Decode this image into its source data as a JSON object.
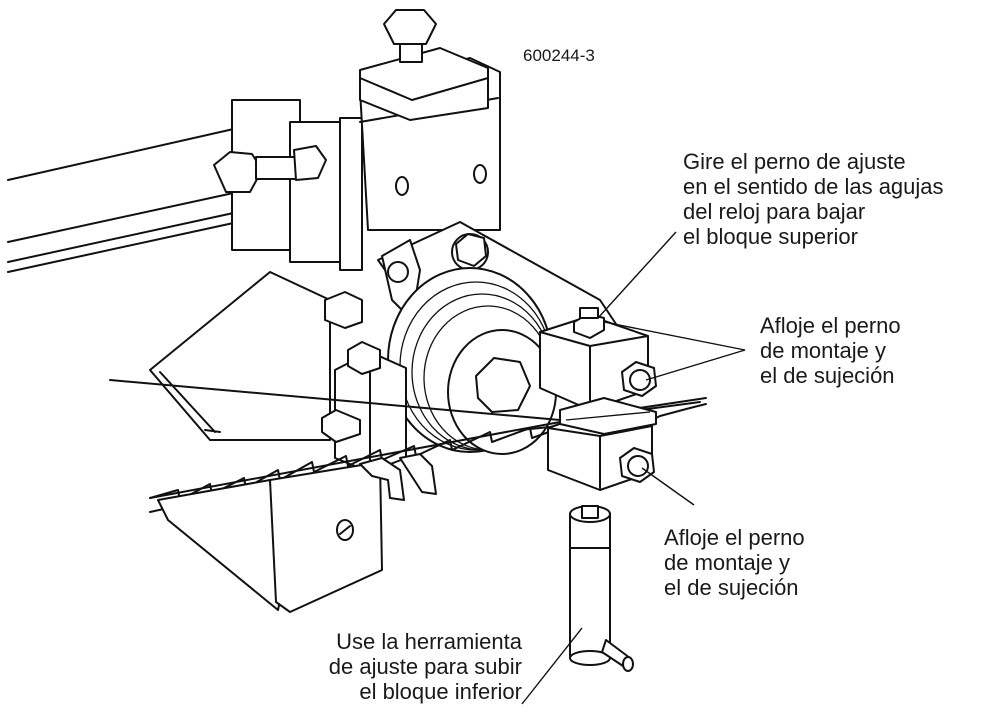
{
  "figure_id": "600244-3",
  "labels": {
    "adjust_bolt": [
      "Gire el perno de ajuste",
      "en el sentido de las agujas",
      "del reloj para bajar",
      "el bloque superior"
    ],
    "loosen_top": [
      "Afloje el perno",
      "de montaje y",
      "el de sujeción"
    ],
    "loosen_bottom": [
      "Afloje el perno",
      "de montaje y",
      "el de sujeción"
    ],
    "tool": [
      "Use la herramienta",
      "de ajuste para subir",
      "el bloque inferior"
    ]
  }
}
